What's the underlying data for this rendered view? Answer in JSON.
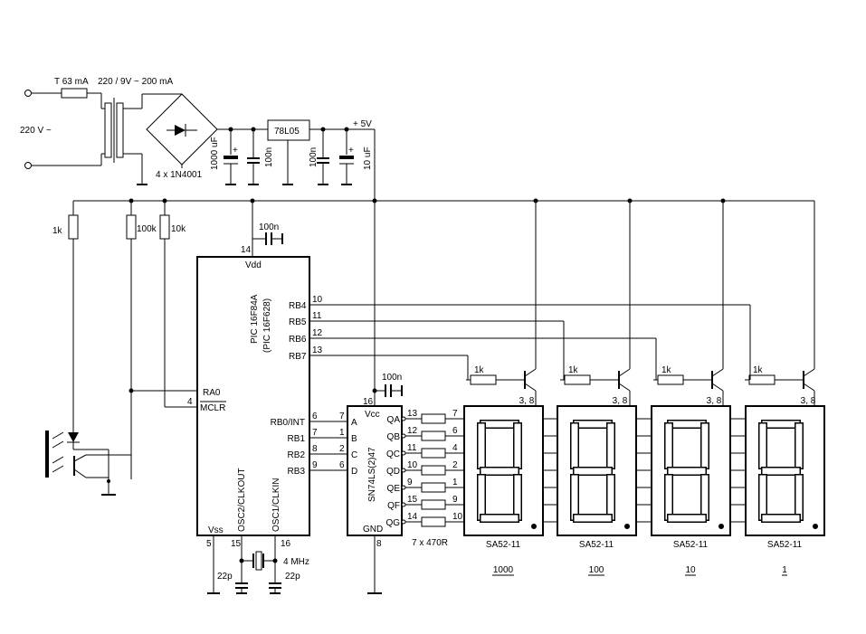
{
  "power": {
    "fuse": "T 63 mA",
    "transformer": "220 / 9V ~  200 mA",
    "mains": "220 V ~",
    "bridge": "4 x 1N4001",
    "c1": "1000 uF",
    "c2": "100n",
    "regulator": "78L05",
    "c3": "100n",
    "c4": "10 uF",
    "vout": "+ 5V"
  },
  "input": {
    "r1": "1k",
    "r2": "100k",
    "r3": "10k"
  },
  "mcu": {
    "name": "PIC 16F84A",
    "alt": "(PIC 16F628)",
    "vdd": "Vdd",
    "vdd_pin": "14",
    "decoupling": "100n",
    "ra0": "RA0",
    "ra0_pin": "",
    "mclr": "MCLR",
    "mclr_pin": "4",
    "pins_left": [
      {
        "label": "RB4",
        "num": "10"
      },
      {
        "label": "RB5",
        "num": "11"
      },
      {
        "label": "RB6",
        "num": "12"
      },
      {
        "label": "RB7",
        "num": "13"
      }
    ],
    "pins_right": [
      {
        "label": "RB0/INT",
        "num": "6"
      },
      {
        "label": "RB1",
        "num": "7"
      },
      {
        "label": "RB2",
        "num": "8"
      },
      {
        "label": "RB3",
        "num": "9"
      }
    ],
    "vss": "Vss",
    "vss_pin": "5",
    "osc2": "OSC2/CLKOUT",
    "osc2_pin": "15",
    "osc1": "OSC1/CLKIN",
    "osc1_pin": "16",
    "crystal": "4 MHz",
    "cap_a": "22p",
    "cap_b": "22p"
  },
  "decoder": {
    "name": "SN74LS(2)47",
    "vcc": "Vcc",
    "vcc_pin": "16",
    "gnd": "GND",
    "gnd_pin": "8",
    "decoupling": "100n",
    "inputs": [
      {
        "label": "A",
        "num": "7"
      },
      {
        "label": "B",
        "num": "1"
      },
      {
        "label": "C",
        "num": "2"
      },
      {
        "label": "D",
        "num": "6"
      }
    ],
    "outputs": [
      {
        "label": "QA",
        "pin": "13",
        "seg": "7"
      },
      {
        "label": "QB",
        "pin": "12",
        "seg": "6"
      },
      {
        "label": "QC",
        "pin": "11",
        "seg": "4"
      },
      {
        "label": "QD",
        "pin": "10",
        "seg": "2"
      },
      {
        "label": "QE",
        "pin": "9",
        "seg": "1"
      },
      {
        "label": "QF",
        "pin": "15",
        "seg": "9"
      },
      {
        "label": "QG",
        "pin": "14",
        "seg": "10"
      }
    ],
    "resistors": "7 x 470R"
  },
  "digits": [
    {
      "base_r": "1k",
      "pins": "3, 8",
      "part": "SA52-11",
      "weight": "1000"
    },
    {
      "base_r": "1k",
      "pins": "3, 8",
      "part": "SA52-11",
      "weight": "100"
    },
    {
      "base_r": "1k",
      "pins": "3, 8",
      "part": "SA52-11",
      "weight": "10"
    },
    {
      "base_r": "1k",
      "pins": "3, 8",
      "part": "SA52-11",
      "weight": "1"
    }
  ]
}
